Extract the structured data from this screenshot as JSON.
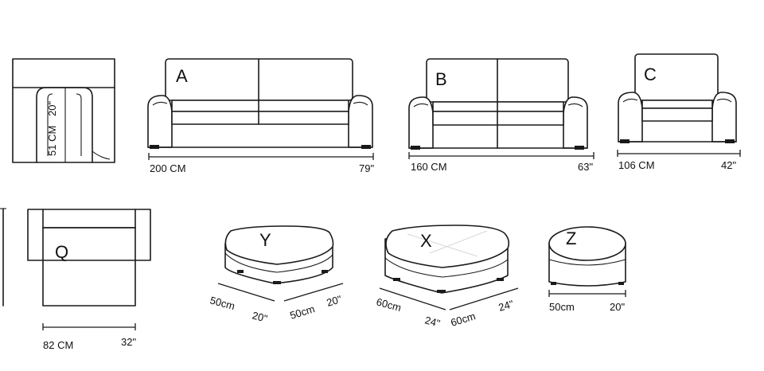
{
  "diagram": {
    "letters": {
      "sofa3": "A",
      "sofa2": "B",
      "chair": "C",
      "corner": "Q",
      "ottoman_square": "Y",
      "ottoman_large": "X",
      "ottoman_round": "Z"
    },
    "labels": {
      "side_height_in": "20\"",
      "side_height_cm": "51 CM",
      "sofa3_width_cm": "200 CM",
      "sofa3_width_in": "79\"",
      "sofa2_width_cm": "160 CM",
      "sofa2_width_in": "63\"",
      "chair_width_cm": "106 CM",
      "chair_width_in": "42\"",
      "corner_width_cm": "82 CM",
      "corner_width_in": "32\"",
      "y_depth_cm": "50cm",
      "y_depth_in": "20\"",
      "y_width_cm": "50cm",
      "y_width_in": "20\"",
      "x_depth_cm": "60cm",
      "x_depth_in": "24\"",
      "x_width_cm": "60cm",
      "x_width_in": "24\"",
      "z_width_cm": "50cm",
      "z_width_in": "20\""
    }
  }
}
